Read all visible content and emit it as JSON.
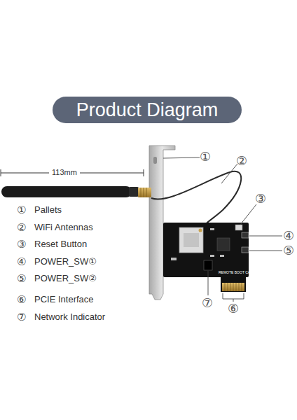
{
  "diagram": {
    "title": "Product Diagram",
    "labels": [
      "113mm",
      "①",
      "Pallets",
      "②",
      "WiFi Antennas",
      "③",
      "Reset Button",
      "④",
      "POWER_SW①",
      "⑤",
      "POWER_SW②",
      "⑥",
      "PCIE Interface",
      "⑦",
      "Network Indicator",
      "①",
      "②",
      "③",
      "④",
      "⑤",
      "⑦",
      "⑥",
      "REMOTE BOOT CARD"
    ]
  }
}
